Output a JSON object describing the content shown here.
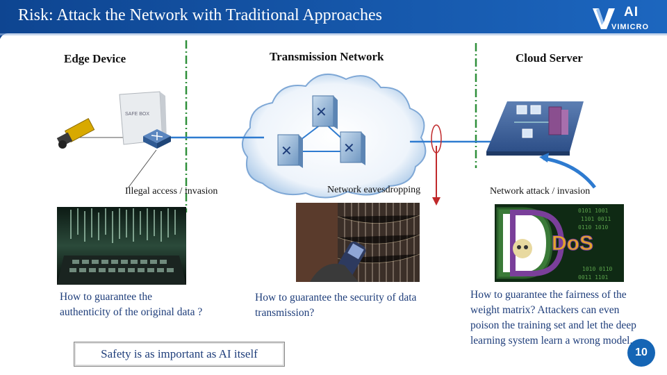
{
  "slide": {
    "title": "Risk: Attack the Network with Traditional Approaches",
    "logo": {
      "mark": "V",
      "brand": "AI",
      "subbrand": "VIMICRO"
    },
    "colors": {
      "header": "#1355a5",
      "accent": "#1e3d7a",
      "line": "#2e7bd0",
      "divider": "#2f8f3a",
      "arrow": "#c0282a"
    },
    "page_number": "10"
  },
  "sections": {
    "edge": "Edge Device",
    "transmission": "Transmission Network",
    "cloud": "Cloud Server"
  },
  "captions": {
    "illegal": "Illegal access / invasion",
    "eavesdrop": "Network eavesdropping",
    "attack": "Network attack / invasion"
  },
  "questions": {
    "q1": "How to guarantee the authenticity of the original data ?",
    "q2": "How to guarantee the security of data transmission?",
    "q3": "How to guarantee the fairness of the weight matrix? Attackers can even poison the training set and let the deep learning system learn a wrong model."
  },
  "callout": "Safety is as important as AI itself",
  "images": {
    "camera": "camera-icon",
    "box": "edge-box-device",
    "router": "router-icon",
    "switch": "switch-icon",
    "cloud": "cloud-shape",
    "servers": "server-network-icon",
    "hacker": "hacker-keyboard-photo",
    "wiretap": "wiretap-photo",
    "ddos": "ddos-graphic",
    "ddos_text": "DoS"
  }
}
